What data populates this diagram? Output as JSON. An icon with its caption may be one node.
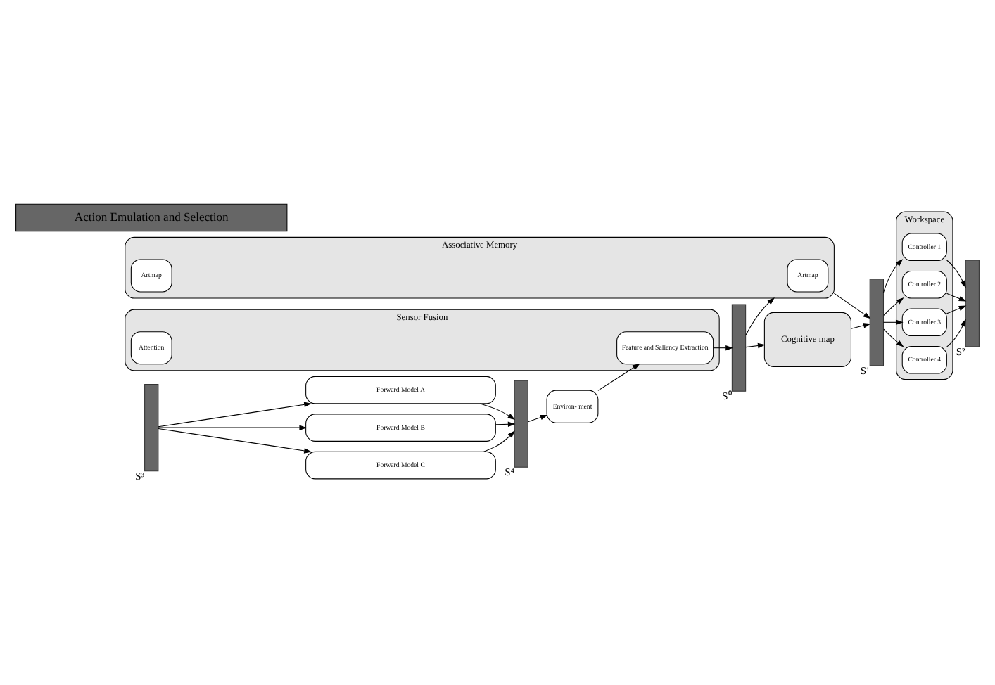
{
  "diagram": {
    "nodes": [
      {
        "text": [
          "Environ- ment"
        ]
      },
      {
        "text": [
          "Sensor Fusion"
        ]
      },
      {
        "text": [
          "Feature and Saliency Extraction"
        ],
        "in": 1
      },
      {
        "text": [
          "Attention"
        ],
        "in": 1
      },
      {
        "text": [],
        "shape": "bar",
        "beside": [
          "S⁰"
        ]
      },
      {
        "text": [
          "Cognitive map"
        ]
      },
      {
        "text": [
          "Associative Memory"
        ]
      },
      {
        "text": [
          "Artmap"
        ],
        "in": 6
      },
      {
        "text": [
          "Artmap"
        ],
        "in": 6
      },
      {
        "text": [],
        "shape": "bar",
        "beside": [
          "S¹"
        ]
      },
      {
        "text": [
          "Workspace"
        ]
      },
      {
        "text": [
          "Controller 1"
        ],
        "in": 10
      },
      {
        "text": [
          "Controller 2"
        ],
        "in": 10
      },
      {
        "text": [
          "Controller 3"
        ],
        "in": 10
      },
      {
        "text": [
          "Controller 4"
        ],
        "in": 10
      },
      {
        "text": [],
        "shape": "bar",
        "beside": [
          "S²"
        ]
      },
      {
        "text": [
          "Action Emulation and Selection"
        ]
      },
      {
        "text": [],
        "shape": "bar",
        "beside": [
          "S⁴"
        ]
      },
      {
        "text": [
          "Forward Model A"
        ]
      },
      {
        "text": [
          "Forward Model B"
        ]
      },
      {
        "text": [
          "Forward Model C"
        ]
      },
      {
        "text": [],
        "shape": "bar",
        "beside": [
          "S³"
        ]
      }
    ],
    "edges": [
      {
        "from": 0,
        "to": 2,
        "arrow": "to"
      },
      {
        "from": 2,
        "to": 4,
        "arrow": "to"
      },
      {
        "from": 4,
        "to": 5,
        "arrow": "to"
      },
      {
        "from": 4,
        "to": 6,
        "arrow": "to"
      },
      {
        "from": 5,
        "to": 9,
        "arrow": "to"
      },
      {
        "from": 6,
        "to": 9,
        "arrow": "to"
      },
      {
        "from": 9,
        "to": 11,
        "arrow": "to"
      },
      {
        "from": 9,
        "to": 12,
        "arrow": "to"
      },
      {
        "from": 9,
        "to": 13,
        "arrow": "to"
      },
      {
        "from": 9,
        "to": 14,
        "arrow": "to"
      },
      {
        "from": 11,
        "to": 15,
        "arrow": "to"
      },
      {
        "from": 12,
        "to": 15,
        "arrow": "to"
      },
      {
        "from": 13,
        "to": 15,
        "arrow": "to"
      },
      {
        "from": 14,
        "to": 15,
        "arrow": "to"
      },
      {
        "from": 21,
        "to": 18,
        "arrow": "to"
      },
      {
        "from": 21,
        "to": 19,
        "arrow": "to"
      },
      {
        "from": 21,
        "to": 20,
        "arrow": "to"
      },
      {
        "from": 18,
        "to": 17,
        "arrow": "to"
      },
      {
        "from": 19,
        "to": 17,
        "arrow": "to"
      },
      {
        "from": 20,
        "to": 17,
        "arrow": "to"
      },
      {
        "from": 17,
        "to": 0,
        "arrow": "to"
      }
    ]
  }
}
